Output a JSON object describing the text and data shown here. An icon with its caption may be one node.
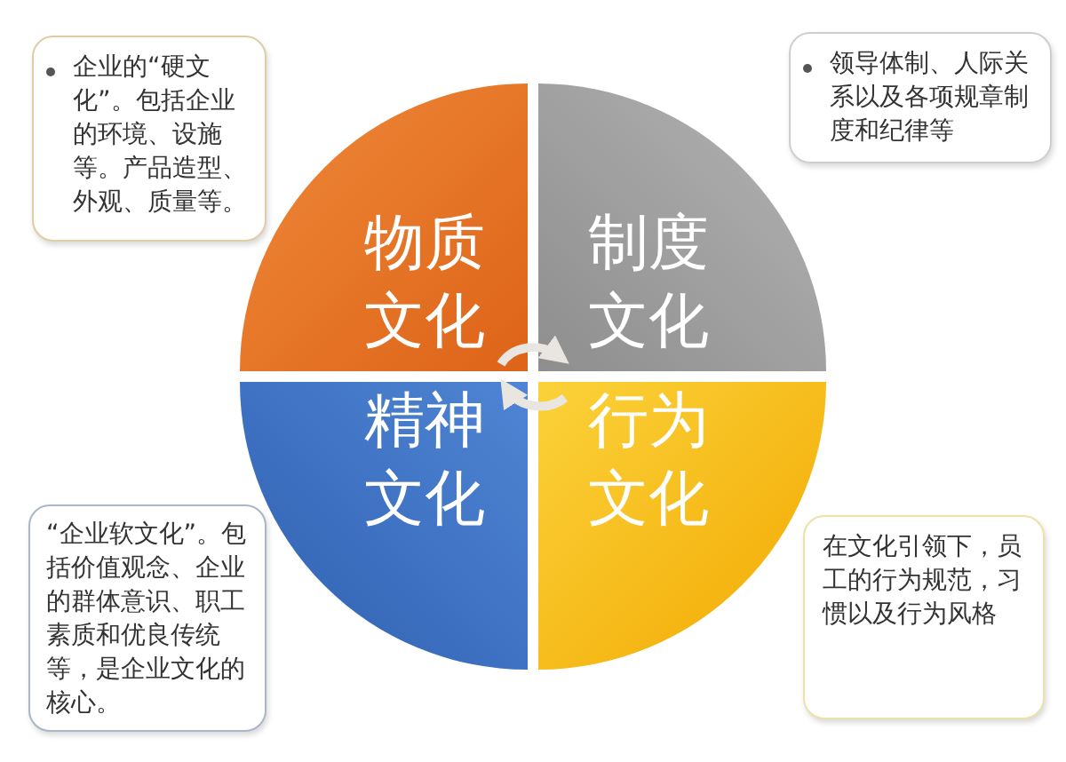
{
  "diagram": {
    "nodes": [
      {
        "text": [
          "物质文化"
        ]
      },
      {
        "text": [
          "制度文化"
        ]
      },
      {
        "text": [
          "精神文化"
        ]
      },
      {
        "text": [
          "行为文化"
        ]
      },
      {
        "text": [
          "企业的“硬文化”。包括企业的环境、设施等。产品造型、外观、质量等。"
        ]
      },
      {
        "text": [
          "领导体制、人际关系以及各项规章制度和纪律等"
        ]
      },
      {
        "text": [
          "“企业软文化”。包括价值观念、企业的群体意识、职工素质和优良传统等，是企业文化的核心。"
        ]
      },
      {
        "text": [
          "在文化引领下，员工的行为规范，习惯以及行为风格"
        ]
      }
    ],
    "edges": [
      {
        "from": 0,
        "to": 1,
        "arrow": "to"
      },
      {
        "from": 3,
        "to": 2,
        "arrow": "to"
      }
    ]
  }
}
